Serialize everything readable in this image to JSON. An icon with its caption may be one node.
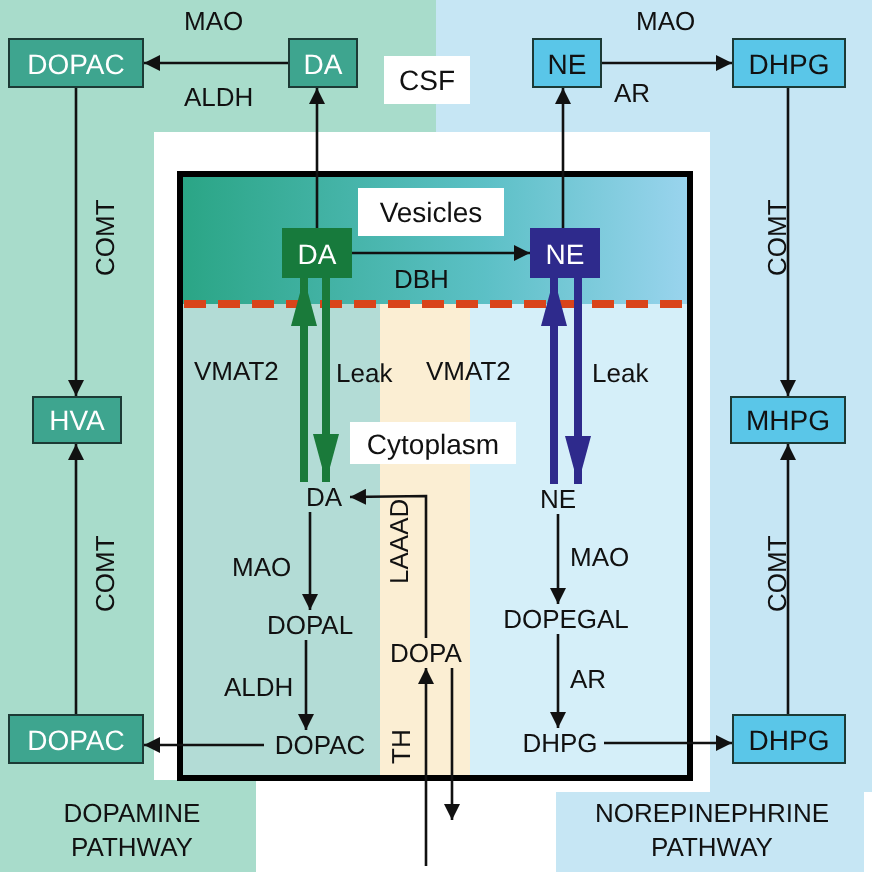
{
  "diagram": {
    "nodes": [
      {
        "text": [
          "DOPAC"
        ]
      },
      {
        "text": [
          "DA"
        ]
      },
      {
        "text": [
          "NE"
        ]
      },
      {
        "text": [
          "DHPG"
        ]
      },
      {
        "text": [
          "HVA"
        ]
      },
      {
        "text": [
          "MHPG"
        ]
      },
      {
        "text": [
          "DOPAC"
        ]
      },
      {
        "text": [
          "DHPG"
        ]
      },
      {
        "text": [
          "DA"
        ]
      },
      {
        "text": [
          "NE"
        ]
      },
      {
        "text": [
          "DA"
        ]
      },
      {
        "text": [
          "DOPAL"
        ]
      },
      {
        "text": [
          "DOPAC"
        ]
      },
      {
        "text": [
          "NE"
        ]
      },
      {
        "text": [
          "DOPEGAL"
        ]
      },
      {
        "text": [
          "DHPG"
        ]
      },
      {
        "text": [
          "DOPA"
        ]
      }
    ],
    "edges": [
      {
        "from": 1,
        "to": 0,
        "arrow": "to",
        "label": "MAO"
      },
      {
        "from": 2,
        "to": 3,
        "arrow": "to",
        "label": "MAO"
      },
      {
        "from": 0,
        "to": 4,
        "arrow": "to",
        "label": "COMT"
      },
      {
        "from": 3,
        "to": 5,
        "arrow": "to",
        "label": "COMT"
      },
      {
        "from": 6,
        "to": 4,
        "arrow": "to",
        "label": "COMT"
      },
      {
        "from": 7,
        "to": 5,
        "arrow": "to",
        "label": "COMT"
      },
      {
        "from": 8,
        "to": 1,
        "arrow": "to"
      },
      {
        "from": 9,
        "to": 2,
        "arrow": "to"
      },
      {
        "from": 8,
        "to": 9,
        "arrow": "to",
        "label": "DBH"
      },
      {
        "from": 10,
        "to": 8,
        "arrow": "to",
        "label": "VMAT2",
        "style": "thick",
        "color": "#1a7a3a"
      },
      {
        "from": 8,
        "to": 10,
        "arrow": "to",
        "label": "Leak",
        "style": "thick",
        "color": "#1a7a3a"
      },
      {
        "from": 13,
        "to": 9,
        "arrow": "to",
        "label": "VMAT2",
        "style": "thick",
        "color": "#2e2a8c"
      },
      {
        "from": 9,
        "to": 13,
        "arrow": "to",
        "label": "Leak",
        "style": "thick",
        "color": "#2e2a8c"
      },
      {
        "from": 10,
        "to": 11,
        "arrow": "to",
        "label": "MAO"
      },
      {
        "from": 11,
        "to": 12,
        "arrow": "to",
        "label": "ALDH"
      },
      {
        "from": 12,
        "to": 6,
        "arrow": "to"
      },
      {
        "from": 13,
        "to": 14,
        "arrow": "to",
        "label": "MAO"
      },
      {
        "from": 14,
        "to": 15,
        "arrow": "to",
        "label": "AR"
      },
      {
        "from": 15,
        "to": 7,
        "arrow": "to"
      },
      {
        "from": 16,
        "to": 10,
        "arrow": "to",
        "label": "LAAAD"
      },
      {
        "from": null,
        "to": 16,
        "arrow": "to",
        "label": "TH"
      },
      {
        "from": 16,
        "to": null,
        "arrow": "to"
      }
    ],
    "labels": [
      "ALDH",
      "CSF",
      "AR",
      "Vesicles",
      "Cytoplasm",
      "DOPAMINE PATHWAY",
      "NOREPINEPHRINE PATHWAY"
    ]
  }
}
